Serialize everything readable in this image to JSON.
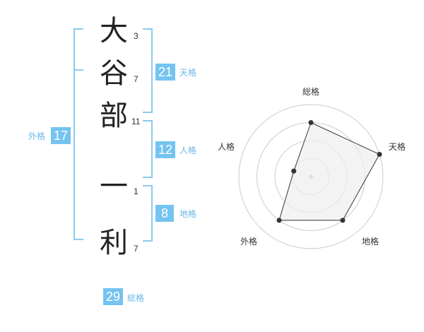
{
  "name": {
    "characters": [
      "大",
      "谷",
      "部",
      "一",
      "利"
    ],
    "strokes": [
      "3",
      "7",
      "11",
      "1",
      "7"
    ]
  },
  "grids": {
    "tenkaku": {
      "value": "21",
      "label": "天格"
    },
    "jinkaku": {
      "value": "12",
      "label": "人格"
    },
    "chikaku": {
      "value": "8",
      "label": "地格"
    },
    "gaikaku": {
      "value": "17",
      "label": "外格"
    },
    "soukaku": {
      "value": "29",
      "label": "総格"
    }
  },
  "radar": {
    "axes": [
      "総格",
      "天格",
      "地格",
      "外格",
      "人格"
    ],
    "values": [
      0.75,
      1.0,
      0.75,
      0.75,
      0.25
    ],
    "rings": 4,
    "colors": {
      "fill": "#eeeeee",
      "line": "#333333",
      "ring": "#cccccc",
      "point": "#333333"
    }
  },
  "colors": {
    "accent": "#74c3f0",
    "bracket": "#8ccbf0",
    "tag": "#6ab8e6"
  }
}
